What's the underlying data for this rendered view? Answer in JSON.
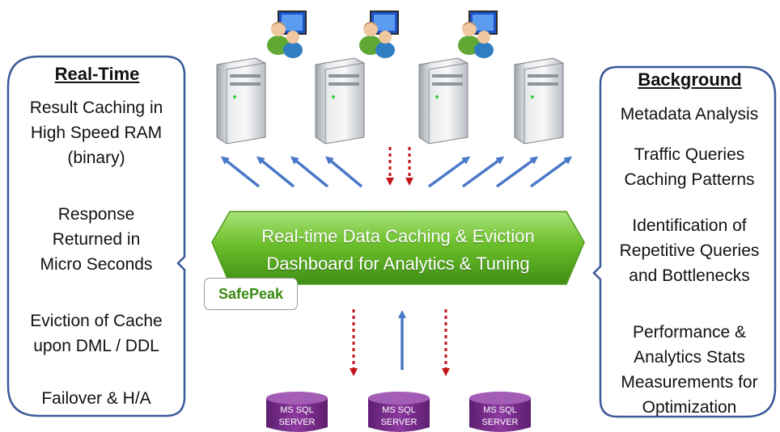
{
  "left_panel": {
    "title": "Real-Time",
    "items": [
      "Result Caching in\nHigh Speed RAM\n(binary)",
      "Response\nReturned in\nMicro Seconds",
      "Eviction of Cache\nupon DML / DDL",
      "Failover & H/A"
    ]
  },
  "right_panel": {
    "title": "Background",
    "items": [
      "Metadata Analysis",
      "Traffic Queries\nCaching Patterns",
      "Identification of\nRepetitive Queries\nand Bottlenecks",
      "Performance &\nAnalytics Stats\nMeasurements for\nOptimization"
    ]
  },
  "hub": {
    "text": "Real-time Data Caching & Eviction\nDashboard for Analytics & Tuning",
    "brand": "SafePeak"
  },
  "databases": [
    {
      "line1": "MS SQL",
      "line2": "SERVER"
    },
    {
      "line1": "MS SQL",
      "line2": "SERVER"
    },
    {
      "line1": "MS SQL",
      "line2": "SERVER"
    }
  ],
  "colors": {
    "panel_border": "#3b5a9a",
    "hub_green": "#6fbf2a",
    "arrow_blue": "#4a78c8",
    "arrow_red": "#c0151a",
    "db_purple": "#7b2d8b"
  },
  "icons": [
    "server-tower-icon",
    "user-workstation-icon",
    "database-cylinder-icon"
  ]
}
